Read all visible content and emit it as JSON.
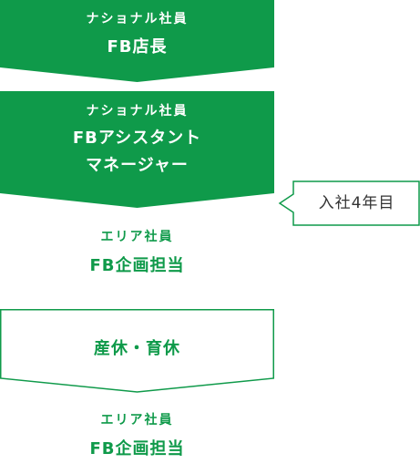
{
  "colors": {
    "green": "#0f9a4a",
    "text_dark": "#333333",
    "white": "#ffffff"
  },
  "steps": [
    {
      "sub": "ナショナル社員",
      "main_lines": [
        "FB店長"
      ]
    },
    {
      "sub": "ナショナル社員",
      "main_lines": [
        "FBアシスタント",
        "マネージャー"
      ]
    },
    {
      "sub": "エリア社員",
      "main_lines": [
        "FB企画担当"
      ]
    },
    {
      "main_lines": [
        "産休・育休"
      ]
    },
    {
      "sub": "エリア社員",
      "main_lines": [
        "FB企画担当"
      ]
    }
  ],
  "callout": {
    "text": "入社4年目"
  }
}
